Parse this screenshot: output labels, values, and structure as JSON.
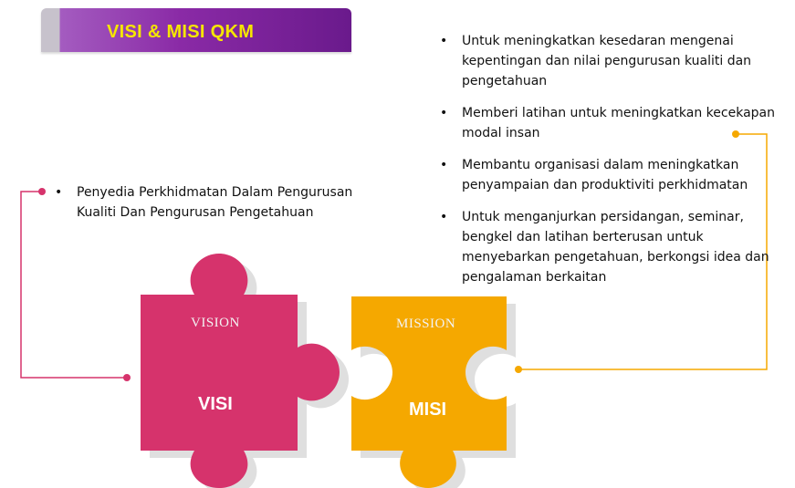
{
  "title": "VISI & MISI QKM",
  "visi": {
    "piece_label": "VISION",
    "piece_title": "VISI",
    "color": "#d6336c",
    "bullets": [
      "Penyedia Perkhidmatan  Dalam Pengurusan Kualiti Dan Pengurusan Pengetahuan"
    ]
  },
  "misi": {
    "piece_label": "MISSION",
    "piece_title": "MISI",
    "color": "#f5a800",
    "bullets": [
      "Untuk meningkatkan kesedaran mengenai kepentingan dan  nilai pengurusan kualiti dan pengetahuan",
      "Memberi latihan untuk meningkatkan kecekapan modal insan",
      "Membantu organisasi dalam meningkatkan penyampaian dan produktiviti perkhidmatan",
      "Untuk menganjurkan persidangan, seminar, bengkel dan latihan berterusan untuk menyebarkan pengetahuan, berkongsi idea dan pengalaman berkaitan"
    ]
  },
  "accent": {
    "title_text": "#f5e600",
    "title_bar": "#8a2aa6"
  }
}
